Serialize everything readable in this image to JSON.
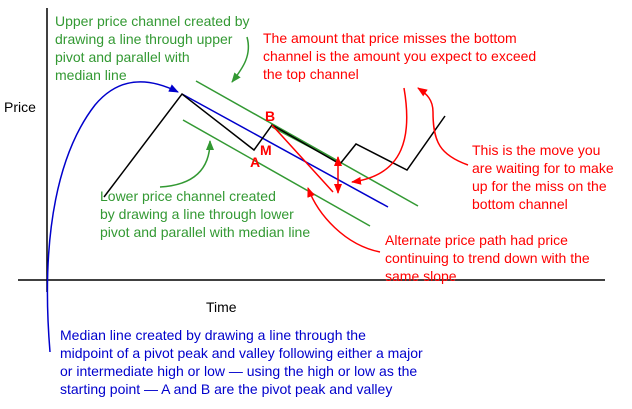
{
  "axes": {
    "y_label": "Price",
    "x_label": "Time"
  },
  "annotations": {
    "upper_channel": "Upper price channel created by\ndrawing a line through upper\npivot and parallel with\nmedian line",
    "lower_channel": "Lower price channel created\nby drawing a line through lower\npivot and parallel with median line",
    "miss_amount": "The amount that price misses the bottom\nchannel is the amount you expect to exceed\nthe top channel",
    "move_waiting": "This is the move you\nare waiting for to make\nup for the miss on the\nbottom channel",
    "alternate_path": "Alternate price path had price\ncontinuing to trend down with the\nsame slope",
    "median_line": "Median line created by drawing a line through the\nmidpoint of a pivot peak and valley following either a major\nor intermediate high or low — using the high or low as the\nstarting point — A and B are the pivot peak and valley"
  },
  "points": {
    "a": "A",
    "b": "B",
    "m": "M"
  },
  "colors": {
    "channel": "#339933",
    "median": "#0000cc",
    "annotation_red": "#ff0000",
    "price": "#000000"
  }
}
